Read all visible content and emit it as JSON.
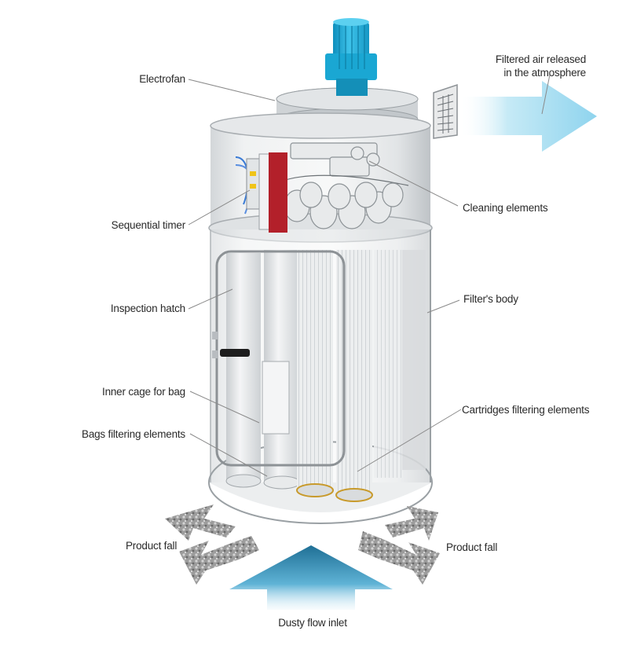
{
  "labels": {
    "electrofan": "Electrofan",
    "filtered_air_line1": "Filtered air released",
    "filtered_air_line2": "in the atmosphere",
    "cleaning_elements": "Cleaning elements",
    "sequential_timer": "Sequential timer",
    "inspection_hatch": "Inspection hatch",
    "filters_body": "Filter's body",
    "inner_cage": "Inner cage for bag",
    "bags_filtering": "Bags filtering elements",
    "cartridges_filtering": "Cartridges filtering elements",
    "product_fall_left": "Product fall",
    "product_fall_right": "Product fall",
    "dusty_flow_inlet": "Dusty flow inlet"
  },
  "colors": {
    "motor_blue": "#1eb2dd",
    "air_arrow": "#9fdcf0",
    "timer_red": "#b3202a",
    "inlet_arrow": "#5fb3d6",
    "leader_line": "#8a8a8a"
  }
}
